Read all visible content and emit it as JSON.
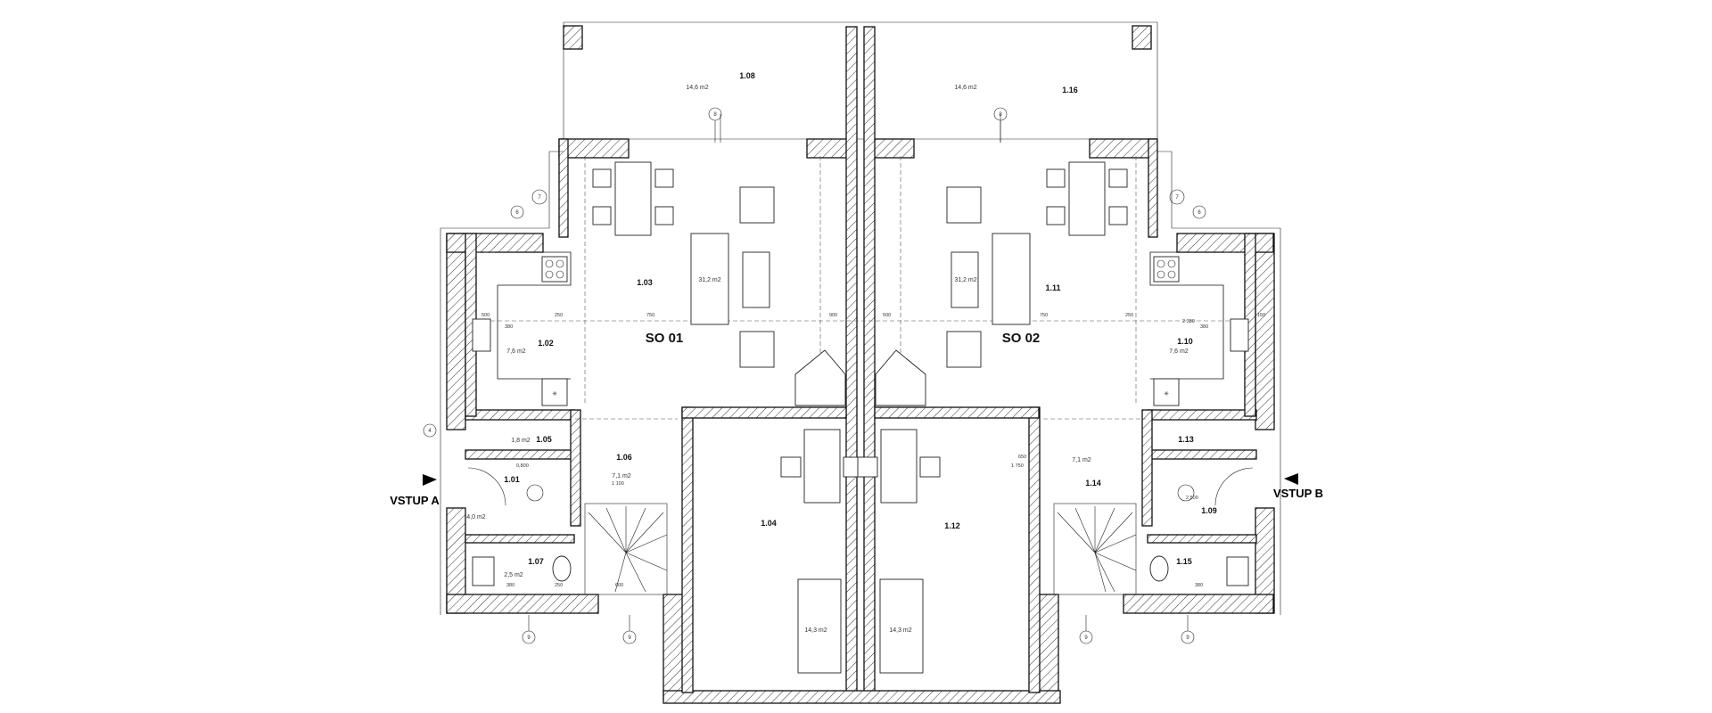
{
  "plan": {
    "units": [
      {
        "name": "SO 01",
        "entrance": "VSTUP A"
      },
      {
        "name": "SO 02",
        "entrance": "VSTUP B"
      }
    ],
    "rooms": [
      {
        "id": "1.08",
        "area": "14,6 m2"
      },
      {
        "id": "1.16",
        "area": "14,6 m2"
      },
      {
        "id": "1.03",
        "area": "31,2 m2"
      },
      {
        "id": "1.11",
        "area": "31,2 m2"
      },
      {
        "id": "1.02",
        "area": "7,6 m2"
      },
      {
        "id": "1.10",
        "area": "7,6 m2"
      },
      {
        "id": "1.05",
        "area": "1,8 m2"
      },
      {
        "id": "1.13",
        "area": ""
      },
      {
        "id": "1.06",
        "area": "7,1 m2"
      },
      {
        "id": "1.14",
        "area": "7,1 m2"
      },
      {
        "id": "1.01",
        "area": "4,0 m2"
      },
      {
        "id": "1.09",
        "area": ""
      },
      {
        "id": "1.07",
        "area": "2,5 m2"
      },
      {
        "id": "1.15",
        "area": ""
      },
      {
        "id": "1.04",
        "area": "14,3 m2"
      },
      {
        "id": "1.12",
        "area": "14,3 m2"
      }
    ],
    "dimensions": [
      "500",
      "250",
      "750",
      "380",
      "900",
      "250",
      "380",
      "500",
      "150",
      "750",
      "600",
      "250",
      "380",
      "380",
      "1 100",
      "0,800",
      "650",
      "1 750",
      "2 380",
      "2 500"
    ],
    "axis_markers": [
      "8",
      "8",
      "6",
      "6",
      "7",
      "7",
      "9",
      "9",
      "9",
      "9",
      "4"
    ]
  }
}
